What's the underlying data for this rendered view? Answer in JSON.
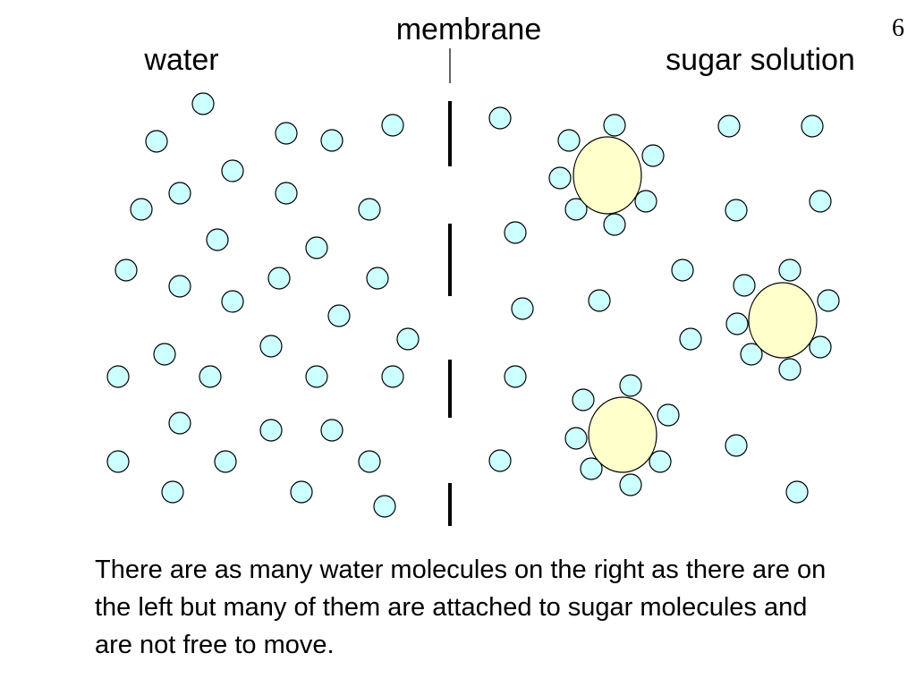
{
  "labels": {
    "membrane": "membrane",
    "water": "water",
    "sugar_solution": "sugar solution",
    "page_number": "6"
  },
  "caption": "There are as many water molecules on the right as there are on the left but many of them are attached to sugar molecules and are not free to move.",
  "colors": {
    "water_molecule_fill": "#ccffff",
    "sugar_molecule_fill": "#ffffcc",
    "outline": "#000000"
  }
}
